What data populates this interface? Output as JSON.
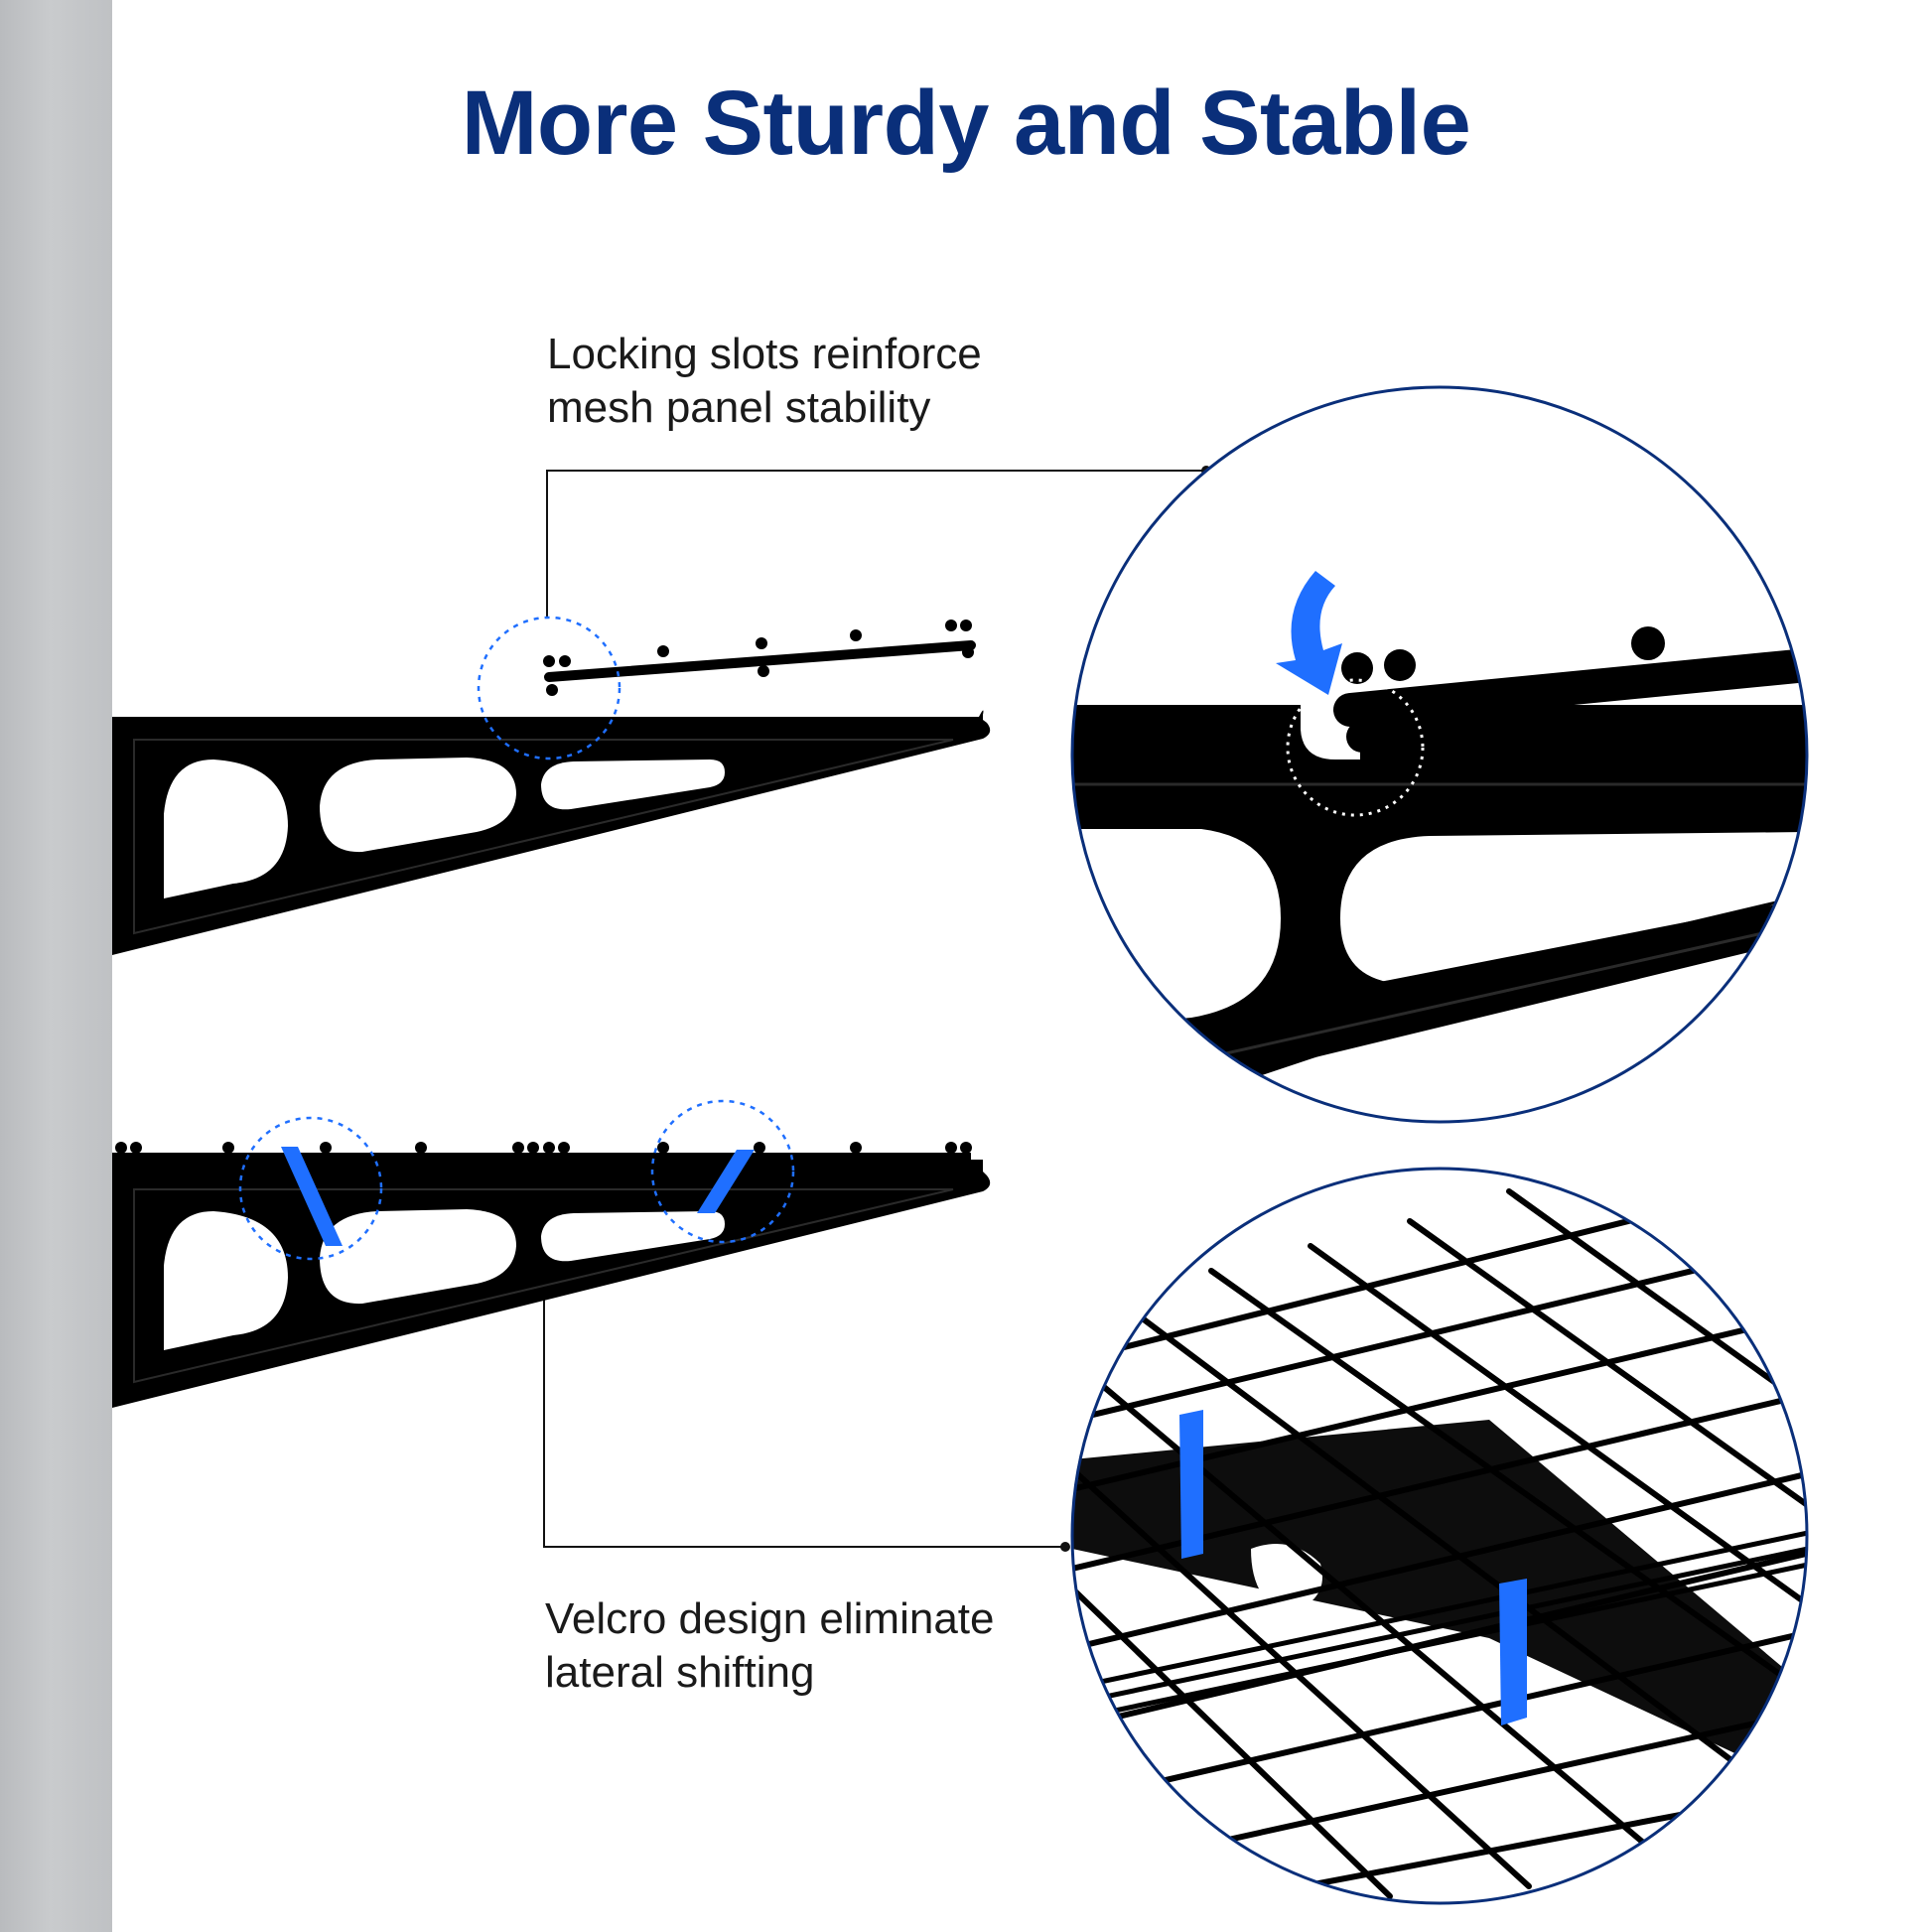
{
  "header": {
    "title": "More Sturdy and Stable"
  },
  "callouts": [
    {
      "lines": [
        "Locking slots reinforce",
        "mesh panel stability"
      ]
    },
    {
      "lines": [
        "Velcro design eliminate",
        "lateral shifting"
      ]
    }
  ],
  "colors": {
    "title": "#0a2f7a",
    "accent_blue": "#1f6fff",
    "circle_border": "#0a2f7a",
    "bracket": "#000000",
    "wall": "#c0c2c5"
  },
  "icons": [
    "curved-arrow-icon",
    "dotted-highlight-circle-icon",
    "velcro-strap-icon"
  ]
}
